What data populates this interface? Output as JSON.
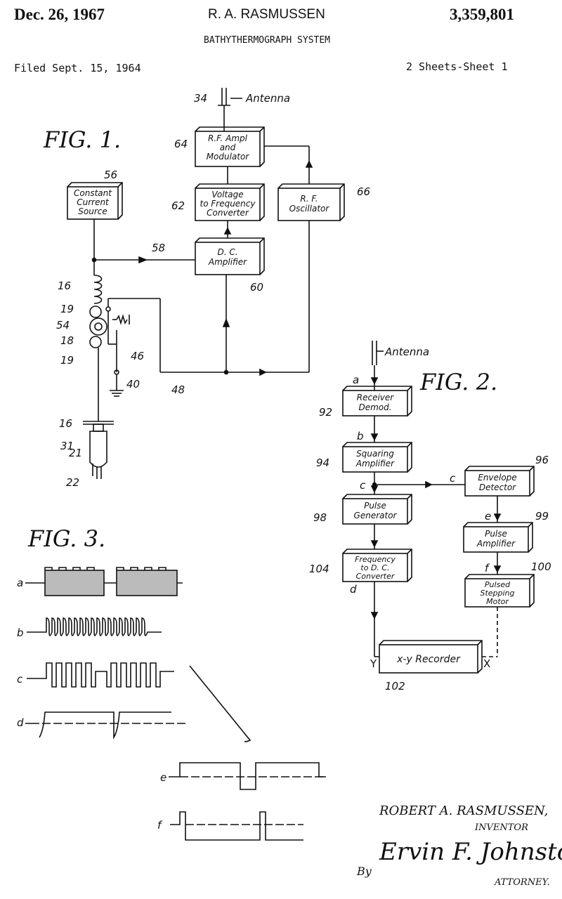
{
  "header": {
    "date": "Dec. 26, 1967",
    "inventor_name": "R. A. RASMUSSEN",
    "patent_number": "3,359,801",
    "title": "BATHYTHERMOGRAPH SYSTEM",
    "filed": "Filed Sept. 15, 1964",
    "sheets": "2 Sheets-Sheet 1"
  },
  "fig1": {
    "label": "FIG. 1.",
    "antenna_label": "Antenna",
    "blocks": {
      "rf_amp": [
        "R.F. Ampl",
        "and",
        "Modulator"
      ],
      "ccs": [
        "Constant",
        "Current",
        "Source"
      ],
      "vfc": [
        "Voltage",
        "to Frequency",
        "Converter"
      ],
      "osc": [
        "R. F.",
        "Oscillator"
      ],
      "dc_amp": [
        "D. C.",
        "Amplifier"
      ]
    },
    "refs": {
      "r34": "34",
      "r64": "64",
      "r56": "56",
      "r62": "62",
      "r66": "66",
      "r58": "58",
      "r60": "60",
      "r16a": "16",
      "r19a": "19",
      "r54": "54",
      "r18": "18",
      "r19b": "19",
      "r46": "46",
      "r40": "40",
      "r48": "48",
      "r16b": "16",
      "r31": "31",
      "r21": "21",
      "r22": "22"
    }
  },
  "fig2": {
    "label": "FIG. 2.",
    "antenna_label": "Antenna",
    "blocks": {
      "receiver": [
        "Receiver",
        "Demod."
      ],
      "squaring": [
        "Squaring",
        "Amplifier"
      ],
      "envelope": [
        "Envelope",
        "Detector"
      ],
      "pulsegen": [
        "Pulse",
        "Generator"
      ],
      "pulseamp": [
        "Pulse",
        "Amplifier"
      ],
      "fdc": [
        "Frequency",
        "to D. C.",
        "Converter"
      ],
      "stepper": [
        "Pulsed",
        "Stepping",
        "Motor"
      ],
      "recorder": [
        "x-y Recorder"
      ]
    },
    "signals": {
      "a": "a",
      "b": "b",
      "c1": "c",
      "c2": "c",
      "d": "d",
      "e": "e",
      "f": "f",
      "y": "Y",
      "x": "X"
    },
    "refs": {
      "r92": "92",
      "r94": "94",
      "r96": "96",
      "r98": "98",
      "r99": "99",
      "r104": "104",
      "r100": "100",
      "r102": "102"
    }
  },
  "fig3": {
    "label": "FIG. 3.",
    "waves": {
      "a": "a",
      "b": "b",
      "c": "c",
      "d": "d",
      "e": "e",
      "f": "f"
    }
  },
  "signature": {
    "inventor": "ROBERT A. RASMUSSEN,",
    "inventor_role": "INVENTOR",
    "by": "By",
    "attorney_sig": "Ervin F. Johnston",
    "attorney_role": "ATTORNEY."
  }
}
